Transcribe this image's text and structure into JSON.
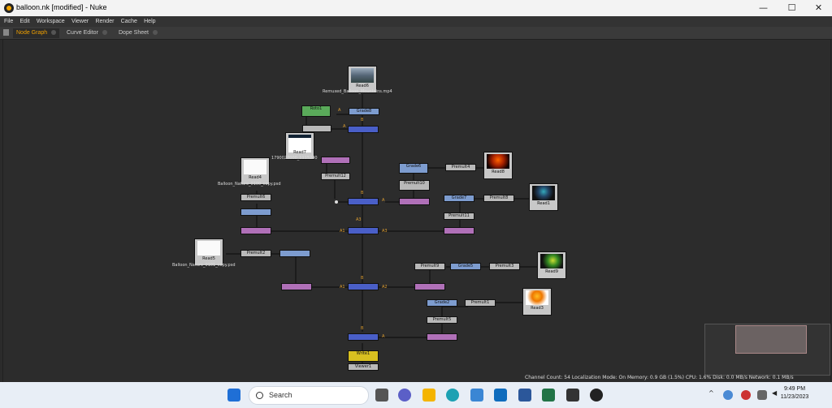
{
  "window": {
    "title": "balloon.nk [modified] - Nuke"
  },
  "menu": [
    "File",
    "Edit",
    "Workspace",
    "Viewer",
    "Render",
    "Cache",
    "Help"
  ],
  "tabs": [
    {
      "label": "Node Graph",
      "active": true
    },
    {
      "label": "Curve Editor",
      "active": false
    },
    {
      "label": "Dope Sheet",
      "active": false
    }
  ],
  "nodes": {
    "read6": {
      "label": "Read6",
      "sub": "Remuxed_Balloon_Mountains.mp4"
    },
    "read7": {
      "label": "Read7",
      "sub": "1790027000_1115240"
    },
    "read4": {
      "label": "Read4",
      "sub": "Balloon_Nature_0100_copy.psd"
    },
    "read5": {
      "label": "Read5",
      "sub": "Balloon_Nature_0101_copy.psd"
    },
    "read8": {
      "label": "Read8"
    },
    "read1": {
      "label": "Read1"
    },
    "read9": {
      "label": "Read9"
    },
    "read3": {
      "label": "Read3"
    },
    "roto1": "Roto1",
    "grade6": "Grade6",
    "premult4": "Premult4",
    "premult10": "Premult10",
    "premult8": "Premult8",
    "premult11": "Premult11",
    "premult12": "Premult12",
    "premult9": "Premult9",
    "premult3": "Premult3",
    "premult1": "Premult1",
    "premult6": "Premult6",
    "grade5": "Grade5",
    "grade2": "Grade2",
    "grade7": "Grade7",
    "premult2": "Premult2",
    "premult5": "Premult5",
    "write1": "Write1",
    "viewer1": "Viewer1",
    "grade8": "Grade8"
  },
  "pins": {
    "a": "A",
    "b": "B",
    "a1": "A1",
    "a2": "A2",
    "a3": "A3"
  },
  "status": "Channel Count: 54  Localization Mode: On  Memory: 0.9 GB (1.5%)  CPU: 1.6%  Disk: 0.0 MB/s  Network: 0.1 MB/s",
  "taskbar": {
    "search_label": "Search",
    "time": "9:49 PM",
    "date": "11/23/2023"
  },
  "colors": {
    "accent": "#f0a000",
    "merge": "#4a5fc8",
    "premult": "#b070b8",
    "grade": "#7d9ccf",
    "roto": "#5aaa5a",
    "write": "#d8c020"
  }
}
